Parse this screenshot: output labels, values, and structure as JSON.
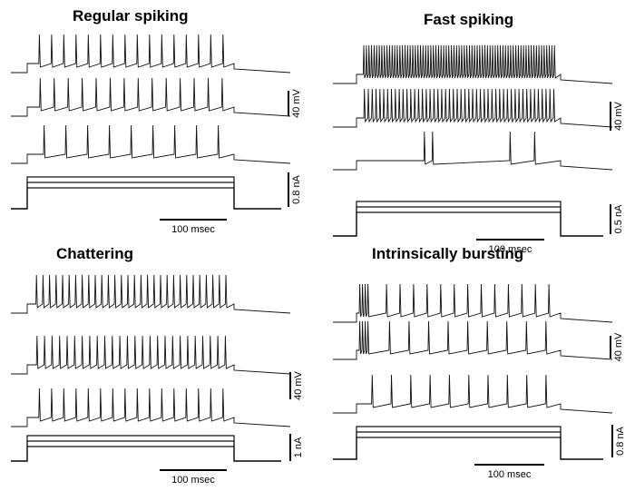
{
  "chart_data": [
    {
      "type": "line",
      "title": "Regular spiking",
      "series": [
        {
          "spikes": 16,
          "burst": 0,
          "extra": []
        },
        {
          "spikes": 14,
          "burst": 0,
          "extra": []
        },
        {
          "spikes": 9,
          "burst": 0,
          "extra": []
        }
      ],
      "voltage_scale": "40 mV",
      "current_scale": "0.8 nA",
      "time_scale": "100 msec",
      "current_steps": 3
    },
    {
      "type": "line",
      "title": "Fast spiking",
      "series": [
        {
          "spikes": 75,
          "burst": 0,
          "extra": []
        },
        {
          "spikes": 50,
          "burst": 0,
          "extra": []
        },
        {
          "spikes": 0,
          "burst": 0,
          "extra": [
            0.33,
            0.37,
            0.75,
            0.87
          ]
        }
      ],
      "voltage_scale": "40 mV",
      "current_scale": "0.5 nA",
      "time_scale": "100 msec",
      "current_steps": 3
    },
    {
      "type": "line",
      "title": "Chattering",
      "series": [
        {
          "spikes": 30,
          "burst": 0,
          "extra": []
        },
        {
          "spikes": 26,
          "burst": 0,
          "extra": []
        },
        {
          "spikes": 16,
          "burst": 0,
          "extra": []
        }
      ],
      "voltage_scale": "40 mV",
      "current_scale": "1 nA",
      "time_scale": "100 msec",
      "current_steps": 3
    },
    {
      "type": "line",
      "title": "Intrinsically bursting",
      "series": [
        {
          "spikes": 13,
          "burst": 4,
          "extra": []
        },
        {
          "spikes": 9,
          "burst": 4,
          "extra": []
        },
        {
          "spikes": 10,
          "burst": 0,
          "extra": []
        }
      ],
      "voltage_scale": "40 mV",
      "current_scale": "0.8 nA",
      "time_scale": "100 msec",
      "current_steps": 3
    }
  ]
}
